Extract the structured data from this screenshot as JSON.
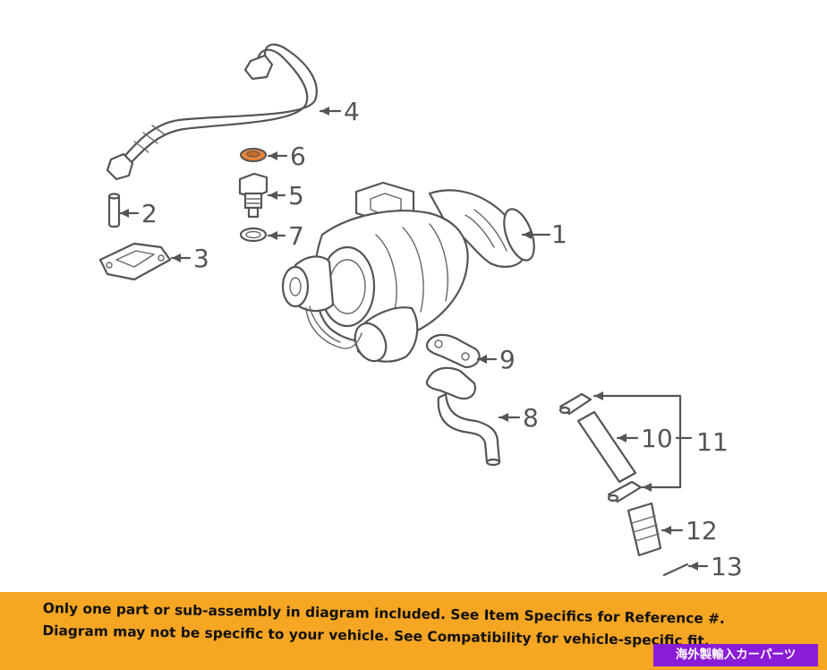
{
  "diagram": {
    "callouts": [
      "1",
      "2",
      "3",
      "4",
      "5",
      "6",
      "7",
      "8",
      "9",
      "10",
      "11",
      "12",
      "13"
    ],
    "highlight_part": "6",
    "highlight_color": "#e8843a"
  },
  "banner": {
    "line1": "Only one part or sub-assembly in diagram included. See Item Specifics for Reference #.",
    "line2": "Diagram may not be specific to your vehicle. See Compatibility for vehicle-specific fit.",
    "background": "#f6a623"
  },
  "shop_badge": {
    "text": "海外製輸入カーパーツ",
    "background": "#8a1bd6"
  }
}
